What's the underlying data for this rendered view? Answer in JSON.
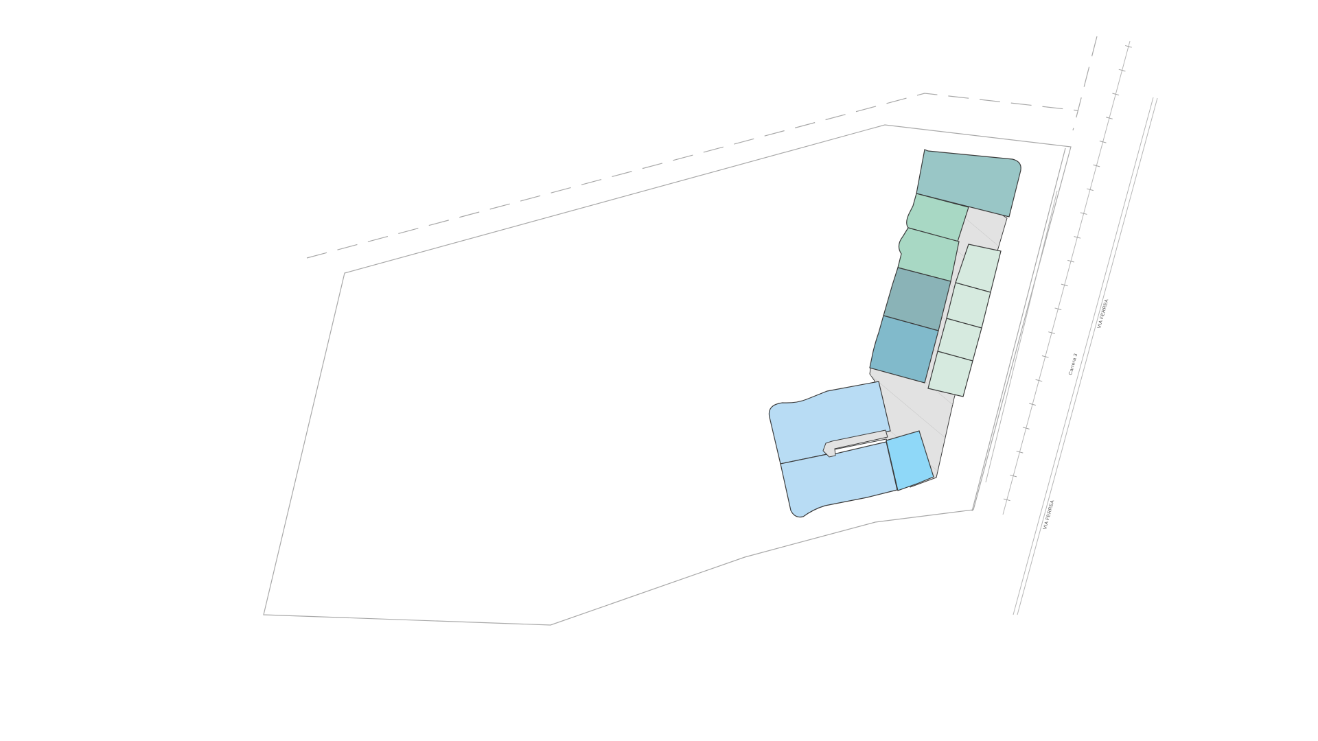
{
  "labels": {
    "rail_upper": "VIA FERREA",
    "rail_lower": "VIA FERREA",
    "street": "Carrera 3"
  },
  "colors": {
    "background": "#ffffff",
    "boundary_line": "#a8a8a8",
    "lot_outline": "#3a3a3a",
    "courtyard_fill": "#e2e2e2",
    "courtyard_hatch": "#c4c4c4",
    "lot_top_teal": "#99c6c6",
    "lot_mint": "#a8d8c4",
    "lot_slate_teal": "#8ab3b7",
    "lot_steel_blue": "#81bacb",
    "lot_pale_green": "#d6eadf",
    "lot_light_blue": "#b8dcf4",
    "lot_sky_blue": "#8fd8f8"
  },
  "lots": [
    {
      "id": "lot-1",
      "color": "lot_top_teal"
    },
    {
      "id": "lot-2",
      "color": "lot_mint"
    },
    {
      "id": "lot-3",
      "color": "lot_mint"
    },
    {
      "id": "lot-4",
      "color": "lot_slate_teal"
    },
    {
      "id": "lot-5",
      "color": "lot_steel_blue"
    },
    {
      "id": "lot-6",
      "color": "lot_pale_green"
    },
    {
      "id": "lot-7",
      "color": "lot_pale_green"
    },
    {
      "id": "lot-8",
      "color": "lot_pale_green"
    },
    {
      "id": "lot-9",
      "color": "lot_pale_green"
    },
    {
      "id": "lot-10",
      "color": "lot_light_blue"
    },
    {
      "id": "lot-11",
      "color": "lot_light_blue"
    },
    {
      "id": "lot-12",
      "color": "lot_sky_blue"
    }
  ]
}
